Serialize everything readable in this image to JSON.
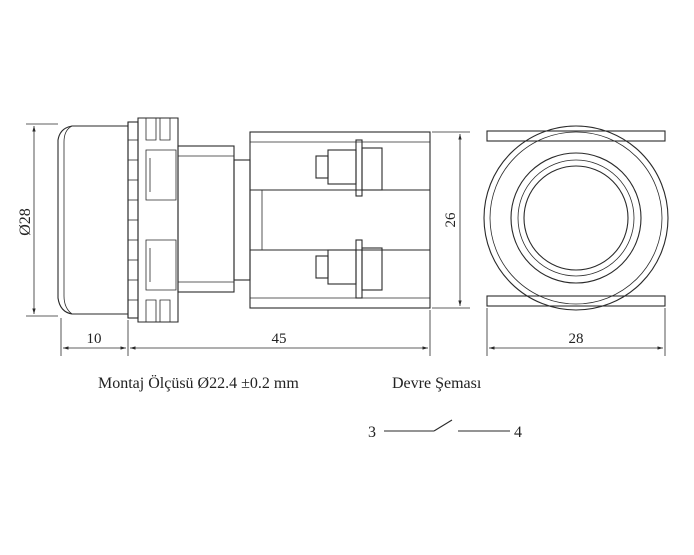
{
  "dimensions": {
    "diameter": "Ø28",
    "depth_front": "10",
    "depth_body": "45",
    "height": "26",
    "width_front": "28"
  },
  "captions": {
    "mounting": "Montaj Ölçüsü Ø22.4 ±0.2 mm",
    "circuit_title": "Devre Şeması"
  },
  "circuit": {
    "terminal_left": "3",
    "terminal_right": "4"
  }
}
